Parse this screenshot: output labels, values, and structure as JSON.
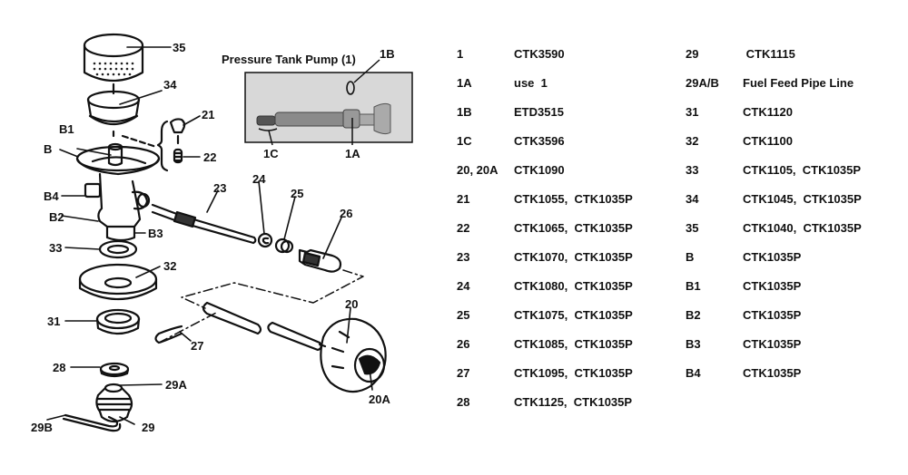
{
  "inset": {
    "title": "Pressure Tank Pump (1)",
    "labels": {
      "1B": "1B",
      "1C": "1C",
      "1A": "1A"
    }
  },
  "callouts": {
    "35": "35",
    "34": "34",
    "21": "21",
    "22": "22",
    "B1": "B1",
    "B": "B",
    "B4": "B4",
    "B2": "B2",
    "B3": "B3",
    "23": "23",
    "24": "24",
    "25": "25",
    "26": "26",
    "33": "33",
    "32": "32",
    "31": "31",
    "27": "27",
    "20": "20",
    "20A": "20A",
    "28": "28",
    "29A": "29A",
    "29B": "29B",
    "29": "29"
  },
  "parts_list": {
    "left": [
      {
        "ref": "1",
        "part": "CTK3590"
      },
      {
        "ref": "1A",
        "part": "use  1"
      },
      {
        "ref": "1B",
        "part": "ETD3515"
      },
      {
        "ref": "1C",
        "part": "CTK3596"
      },
      {
        "ref": "20, 20A",
        "part": "CTK1090"
      },
      {
        "ref": "21",
        "part": "CTK1055,  CTK1035P"
      },
      {
        "ref": "22",
        "part": "CTK1065,  CTK1035P"
      },
      {
        "ref": "23",
        "part": "CTK1070,  CTK1035P"
      },
      {
        "ref": "24",
        "part": "CTK1080,  CTK1035P"
      },
      {
        "ref": "25",
        "part": "CTK1075,  CTK1035P"
      },
      {
        "ref": "26",
        "part": "CTK1085,  CTK1035P"
      },
      {
        "ref": "27",
        "part": "CTK1095,  CTK1035P"
      },
      {
        "ref": "28",
        "part": "CTK1125,  CTK1035P"
      }
    ],
    "right": [
      {
        "ref": "29",
        "part": " CTK1115"
      },
      {
        "ref": "29A/B",
        "part": "Fuel Feed Pipe Line"
      },
      {
        "ref": "31",
        "part": "CTK1120"
      },
      {
        "ref": "32",
        "part": "CTK1100"
      },
      {
        "ref": "33",
        "part": "CTK1105,  CTK1035P"
      },
      {
        "ref": "34",
        "part": "CTK1045,  CTK1035P"
      },
      {
        "ref": "35",
        "part": "CTK1040,  CTK1035P"
      },
      {
        "ref": "B",
        "part": "CTK1035P"
      },
      {
        "ref": "B1",
        "part": "CTK1035P"
      },
      {
        "ref": "B2",
        "part": "CTK1035P"
      },
      {
        "ref": "B3",
        "part": "CTK1035P"
      },
      {
        "ref": "B4",
        "part": "CTK1035P"
      }
    ]
  }
}
